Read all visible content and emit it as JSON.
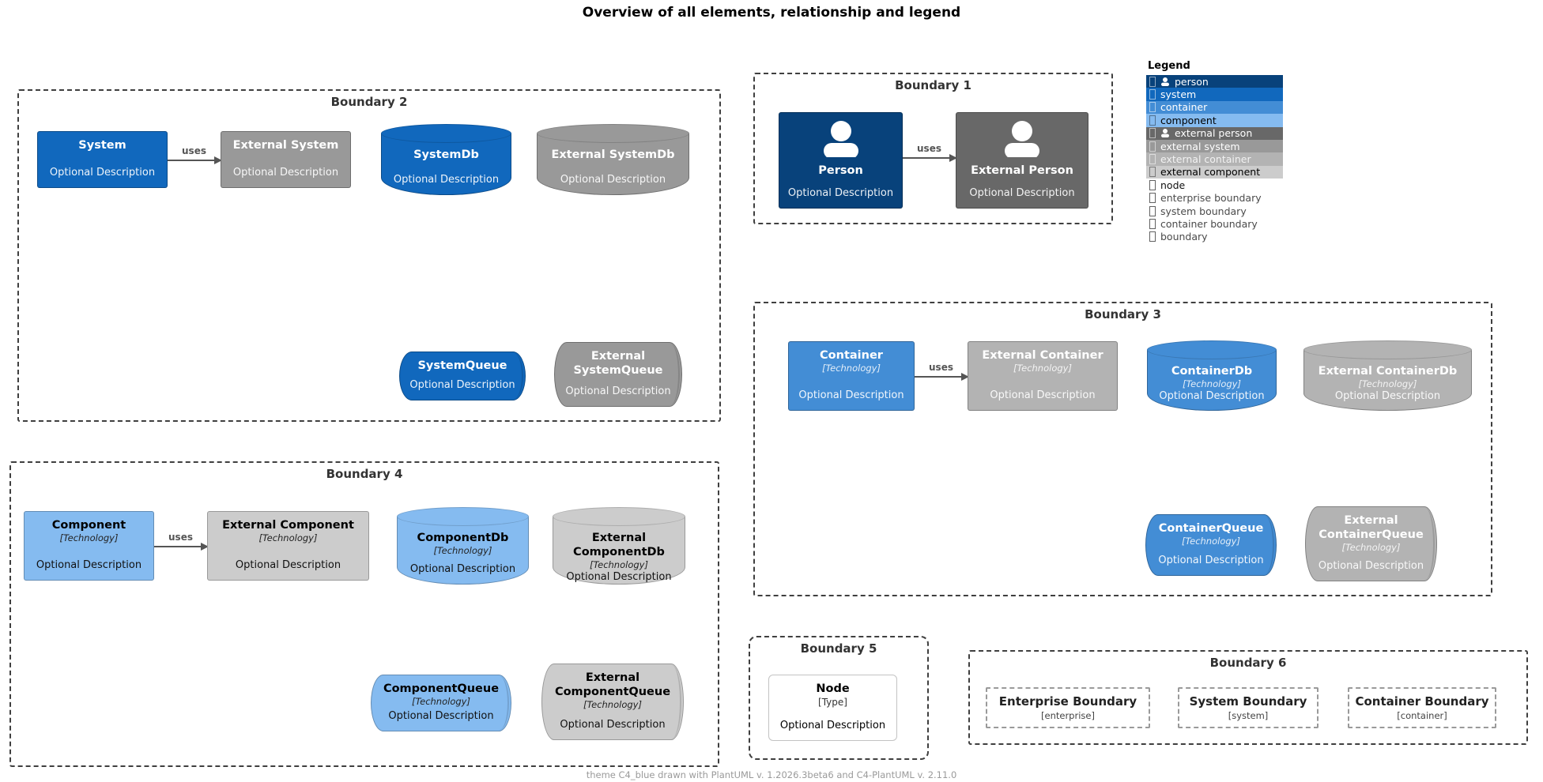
{
  "title": "Overview of all elements, relationship and legend",
  "footer": "theme C4_blue drawn with PlantUML v. 1.2026.3beta6 and C4-PlantUML v. 2.11.0",
  "arrow": {
    "label": "uses"
  },
  "boundaries": {
    "b1": {
      "label": "Boundary 1"
    },
    "b2": {
      "label": "Boundary 2"
    },
    "b3": {
      "label": "Boundary 3"
    },
    "b4": {
      "label": "Boundary 4"
    },
    "b5": {
      "label": "Boundary 5"
    },
    "b6": {
      "label": "Boundary 6"
    }
  },
  "elements": {
    "person": {
      "title": "Person",
      "desc": "Optional Description"
    },
    "external_person": {
      "title": "External Person",
      "desc": "Optional Description"
    },
    "system": {
      "title": "System",
      "desc": "Optional Description"
    },
    "external_system": {
      "title": "External System",
      "desc": "Optional Description"
    },
    "system_db": {
      "title": "SystemDb",
      "desc": "Optional Description"
    },
    "external_system_db": {
      "title": "External SystemDb",
      "desc": "Optional Description"
    },
    "system_queue": {
      "title": "SystemQueue",
      "desc": "Optional Description"
    },
    "external_system_queue": {
      "title": "External SystemQueue",
      "desc": "Optional Description"
    },
    "container": {
      "title": "Container",
      "tech": "[Technology]",
      "desc": "Optional Description"
    },
    "external_container": {
      "title": "External Container",
      "tech": "[Technology]",
      "desc": "Optional Description"
    },
    "container_db": {
      "title": "ContainerDb",
      "tech": "[Technology]",
      "desc": "Optional Description"
    },
    "external_container_db": {
      "title": "External ContainerDb",
      "tech": "[Technology]",
      "desc": "Optional Description"
    },
    "container_queue": {
      "title": "ContainerQueue",
      "tech": "[Technology]",
      "desc": "Optional Description"
    },
    "external_container_queue": {
      "title": "External ContainerQueue",
      "tech": "[Technology]",
      "desc": "Optional Description"
    },
    "component": {
      "title": "Component",
      "tech": "[Technology]",
      "desc": "Optional Description"
    },
    "external_component": {
      "title": "External Component",
      "tech": "[Technology]",
      "desc": "Optional Description"
    },
    "component_db": {
      "title": "ComponentDb",
      "tech": "[Technology]",
      "desc": "Optional Description"
    },
    "external_component_db": {
      "title": "External ComponentDb",
      "tech": "[Technology]",
      "desc": "Optional Description"
    },
    "component_queue": {
      "title": "ComponentQueue",
      "tech": "[Technology]",
      "desc": "Optional Description"
    },
    "external_component_queue": {
      "title": "External ComponentQueue",
      "tech": "[Technology]",
      "desc": "Optional Description"
    },
    "node": {
      "title": "Node",
      "tech": "[Type]",
      "desc": "Optional Description"
    },
    "enterprise_boundary": {
      "title": "Enterprise Boundary",
      "tech": "[enterprise]"
    },
    "system_boundary": {
      "title": "System Boundary",
      "tech": "[system]"
    },
    "container_boundary": {
      "title": "Container Boundary",
      "tech": "[container]"
    }
  },
  "legend": {
    "heading": "Legend",
    "rows": [
      {
        "label": "person",
        "bg": "#08427B",
        "fg": "#FFFFFF",
        "icon": "person"
      },
      {
        "label": "system",
        "bg": "#1168BD",
        "fg": "#FFFFFF",
        "icon": "rect"
      },
      {
        "label": "container",
        "bg": "#438DD5",
        "fg": "#FFFFFF",
        "icon": "rect"
      },
      {
        "label": "component",
        "bg": "#85BBF0",
        "fg": "#000000",
        "icon": "rect"
      },
      {
        "label": "external person",
        "bg": "#686868",
        "fg": "#FFFFFF",
        "icon": "person"
      },
      {
        "label": "external system",
        "bg": "#999999",
        "fg": "#FFFFFF",
        "icon": "rect"
      },
      {
        "label": "external container",
        "bg": "#B3B3B3",
        "fg": "#FFFFFF",
        "icon": "rect"
      },
      {
        "label": "external component",
        "bg": "#CCCCCC",
        "fg": "#000000",
        "icon": "rect"
      },
      {
        "label": "node",
        "bg": "transparent",
        "fg": "#111111",
        "icon": "rect"
      },
      {
        "label": "enterprise boundary",
        "bg": "transparent",
        "fg": "#4a4a4a",
        "icon": "rect"
      },
      {
        "label": "system boundary",
        "bg": "transparent",
        "fg": "#4a4a4a",
        "icon": "rect"
      },
      {
        "label": "container boundary",
        "bg": "transparent",
        "fg": "#4a4a4a",
        "icon": "rect"
      },
      {
        "label": "boundary",
        "bg": "transparent",
        "fg": "#4a4a4a",
        "icon": "rect"
      }
    ]
  },
  "colors": {
    "person": "#08427B",
    "system": "#1168BD",
    "container": "#438DD5",
    "component": "#85BBF0",
    "external_person": "#686868",
    "external_system": "#999999",
    "external_container": "#B3B3B3",
    "external_component": "#CCCCCC",
    "boundary_border": "#3F3F3F",
    "arrow": "#555555"
  }
}
